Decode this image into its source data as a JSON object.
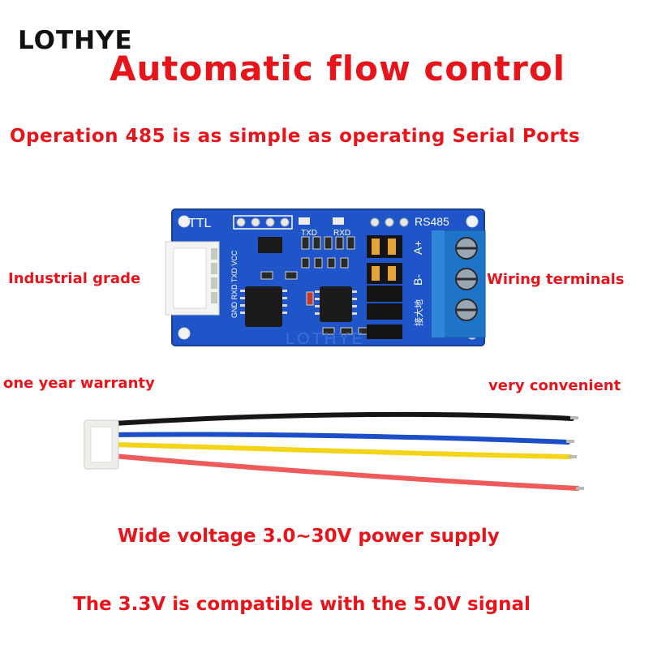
{
  "brand": "LOTHYE",
  "title": "Automatic flow control",
  "subtitle": "Operation 485 is as simple as operating Serial Ports",
  "labels": {
    "industrial": "Industrial grade",
    "wiring": "Wiring terminals",
    "warranty": "one year warranty",
    "convenient": "very convenient"
  },
  "bottom": {
    "line1": "Wide voltage 3.0~30V power supply",
    "line2": "The 3.3V is compatible with the 5.0V signal"
  },
  "board": {
    "left_header": "TTL",
    "right_header": "RS485",
    "pin_labels": "GND RXD TXD VCC",
    "led_labels": [
      "TXD",
      "RXD"
    ],
    "terminal_labels": [
      "A+",
      "B-"
    ],
    "ground_label": "接大地",
    "silkscreen": "LOTHYE",
    "colors": {
      "pcb": "#1f55c8",
      "terminal": "#1e74c9"
    }
  },
  "colors": {
    "accent": "#e8141b",
    "brand": "#111111"
  }
}
